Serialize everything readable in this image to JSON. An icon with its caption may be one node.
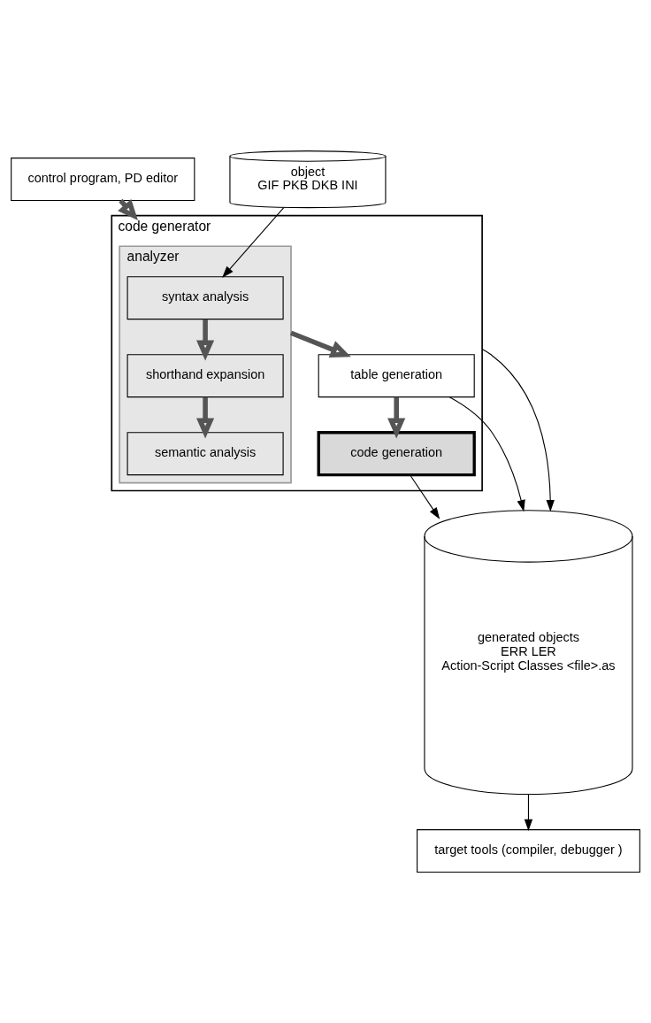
{
  "diagram": {
    "nodes": [
      {
        "text": [
          "control program, PD editor"
        ]
      },
      {
        "text": [
          "code generator"
        ]
      },
      {
        "text": [
          "analyzer"
        ],
        "in": 1
      },
      {
        "text": [
          "syntax analysis"
        ],
        "in": 2
      },
      {
        "text": [
          "shorthand expansion"
        ],
        "in": 2
      },
      {
        "text": [
          "semantic analysis"
        ],
        "in": 2
      },
      {
        "text": [
          "table generation"
        ],
        "in": 1
      },
      {
        "text": [
          "code generation"
        ],
        "in": 1
      },
      {
        "text": [
          "object",
          "GIF PKB DKB INI"
        ]
      },
      {
        "text": [
          "generated objects",
          "ERR LER",
          "Action-Script Classes <file>.as"
        ]
      },
      {
        "text": [
          "target tools (compiler, debugger )"
        ]
      }
    ],
    "edges": [
      {
        "from": 0,
        "to": 1,
        "arrow": "to",
        "style": "thick"
      },
      {
        "from": 8,
        "to": 3,
        "arrow": "to"
      },
      {
        "from": 3,
        "to": 4,
        "arrow": "to",
        "style": "thick"
      },
      {
        "from": 4,
        "to": 5,
        "arrow": "to",
        "style": "thick"
      },
      {
        "from": 2,
        "to": 6,
        "arrow": "to",
        "style": "thick"
      },
      {
        "from": 6,
        "to": 7,
        "arrow": "to",
        "style": "thick"
      },
      {
        "from": 1,
        "to": 9,
        "arrow": "to"
      },
      {
        "from": 6,
        "to": 9,
        "arrow": "to"
      },
      {
        "from": 7,
        "to": 9,
        "arrow": "to"
      },
      {
        "from": 9,
        "to": 10,
        "arrow": "to"
      }
    ]
  }
}
